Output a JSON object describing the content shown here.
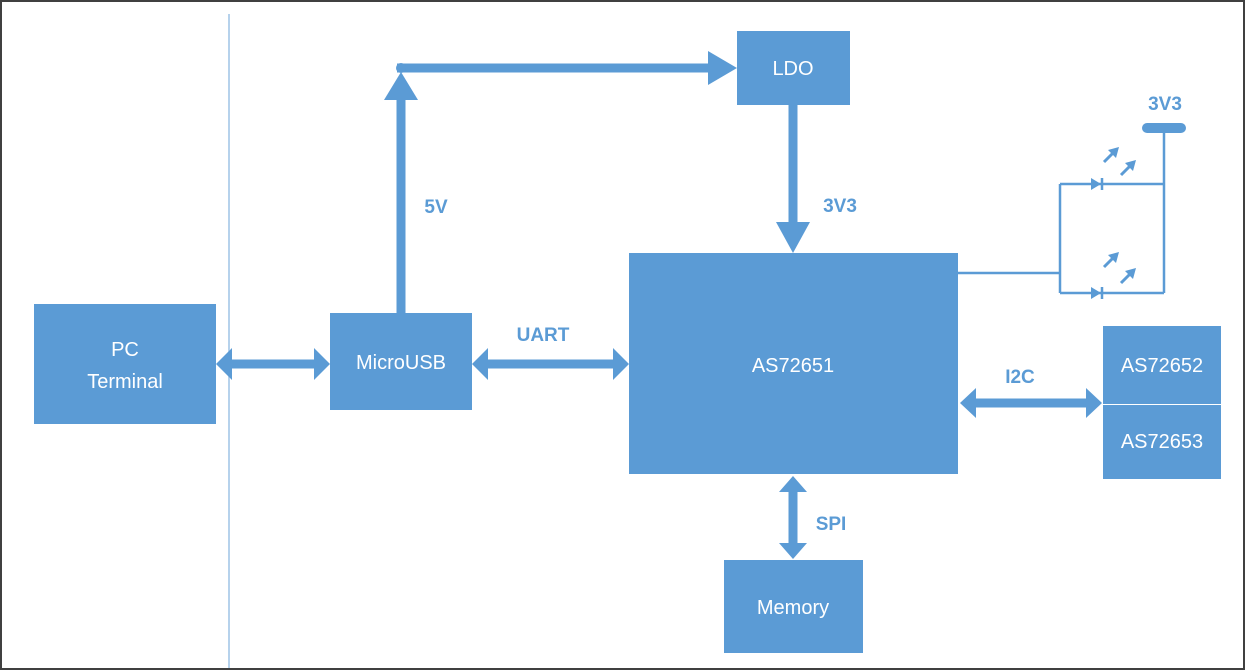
{
  "blocks": {
    "pc_terminal": {
      "line1": "PC",
      "line2": "Terminal"
    },
    "microusb": "MicroUSB",
    "ldo": "LDO",
    "mcu": "AS72651",
    "sensor_a": "AS72652",
    "sensor_b": "AS72653",
    "memory": "Memory"
  },
  "connections": {
    "usb_power": "5V",
    "ldo_out": "3V3",
    "uart": "UART",
    "i2c": "I2C",
    "spi": "SPI",
    "rail": "3V3"
  },
  "colors": {
    "block_fill": "#5b9bd5",
    "arrow": "#5b9bd5",
    "frame": "#404040",
    "divider": "#9dc3e6"
  }
}
